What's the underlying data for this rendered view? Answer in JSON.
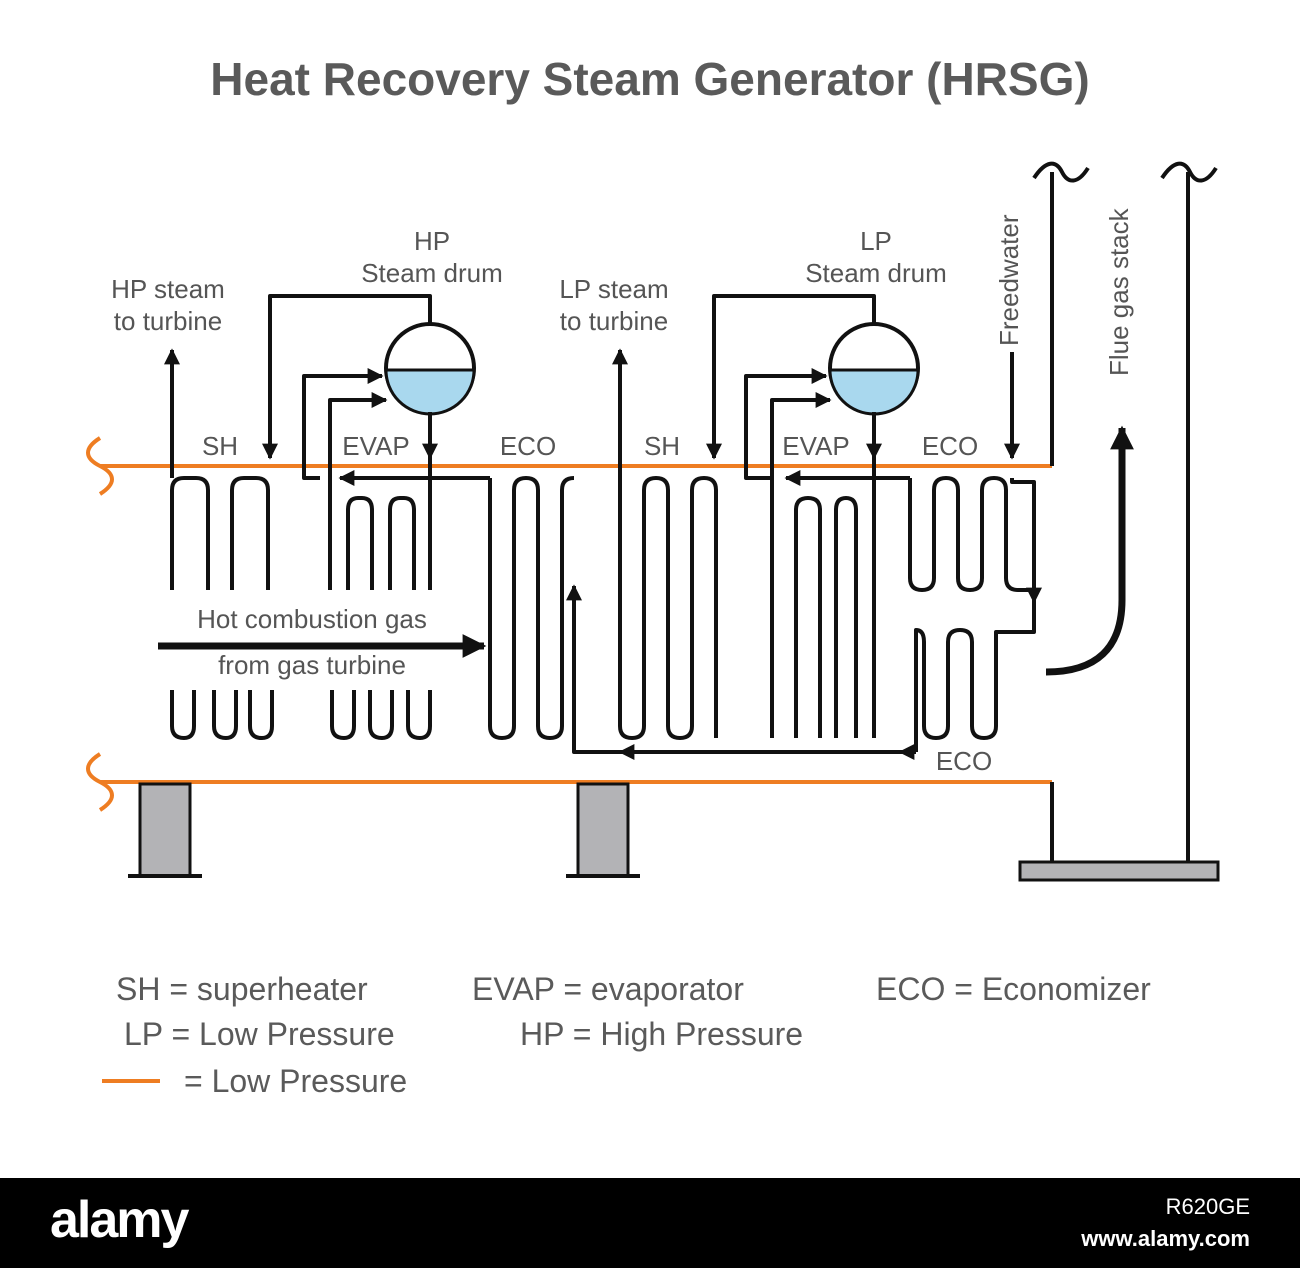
{
  "title": "Heat Recovery Steam Generator (HRSG)",
  "labels": {
    "hp_steam_line1": "HP steam",
    "hp_steam_line2": "to turbine",
    "hp_drum_line1": "HP",
    "hp_drum_line2": "Steam drum",
    "lp_steam_line1": "LP steam",
    "lp_steam_line2": "to turbine",
    "lp_drum_line1": "LP",
    "lp_drum_line2": "Steam drum",
    "freedwater": "Freedwater",
    "flue_gas_stack": "Flue gas stack",
    "sh_1": "SH",
    "evap_1": "EVAP",
    "eco_1": "ECO",
    "sh_2": "SH",
    "evap_2": "EVAP",
    "eco_2": "ECO",
    "eco_3": "ECO",
    "hot_gas_line1": "Hot combustion gas",
    "hot_gas_line2": "from gas turbine"
  },
  "legend": {
    "sh": "SH = superheater",
    "evap": "EVAP = evaporator",
    "eco": "ECO = Economizer",
    "lp": "LP = Low Pressure",
    "hp": "HP = High Pressure",
    "orange": "= Low Pressure"
  },
  "colors": {
    "shell": "#ee7d22",
    "drum_water": "#a9d8ee",
    "pipe": "#111111",
    "support": "#b3b3b6",
    "text": "#555555"
  },
  "footer": {
    "brand": "alamy",
    "image_id": "R620GE",
    "url": "www.alamy.com"
  }
}
